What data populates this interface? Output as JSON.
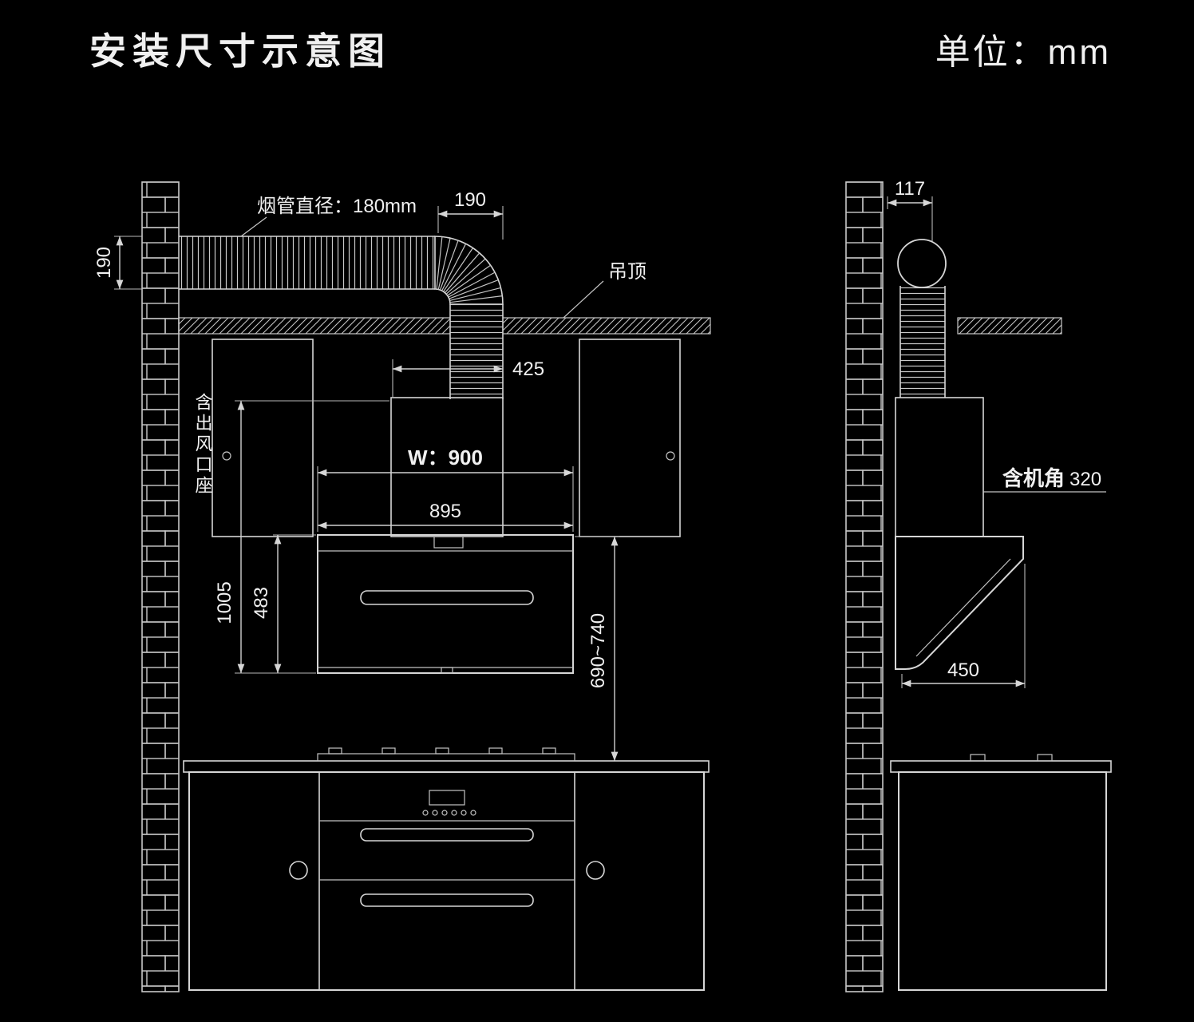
{
  "page": {
    "title": "安装尺寸示意图",
    "unit_label": "单位：mm",
    "background_color": "#000000",
    "line_color": "#d6d6d6",
    "text_color": "#f0f0f0"
  },
  "front_view": {
    "duct_diameter_label": "烟管直径：180mm",
    "duct_height": "190",
    "duct_elbow_width": "190",
    "ceiling_label": "吊顶",
    "chimney_width": "425",
    "hood_width": "W：900",
    "body_width": "895",
    "outlet_seat_label": "含出风口座",
    "overall_height": "1005",
    "body_height": "483",
    "hang_height": "690~740"
  },
  "side_view": {
    "duct_offset": "117",
    "depth_label": "含机角",
    "depth_value": "320",
    "bottom_depth": "450"
  }
}
